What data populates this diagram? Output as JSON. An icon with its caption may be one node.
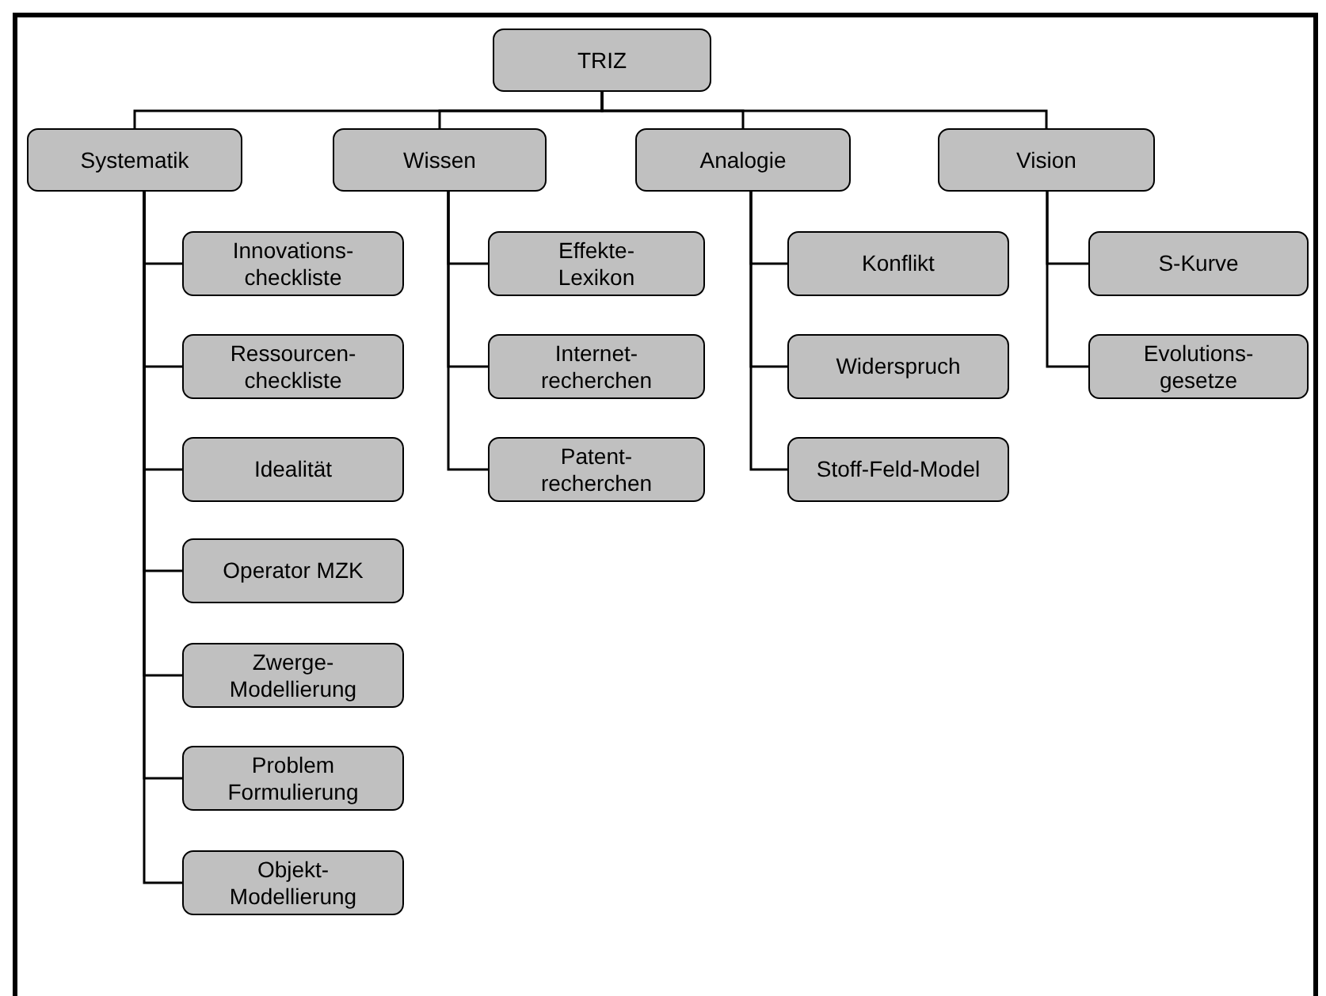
{
  "diagram": {
    "nodes": [
      {
        "text": [
          "TRIZ"
        ]
      },
      {
        "text": [
          "Systematik"
        ]
      },
      {
        "text": [
          "Wissen"
        ]
      },
      {
        "text": [
          "Analogie"
        ]
      },
      {
        "text": [
          "Vision"
        ]
      },
      {
        "text": [
          "Innovations- checkliste"
        ]
      },
      {
        "text": [
          "Ressourcen- checkliste"
        ]
      },
      {
        "text": [
          "Idealität"
        ]
      },
      {
        "text": [
          "Operator MZK"
        ]
      },
      {
        "text": [
          "Zwerge- Modellierung"
        ]
      },
      {
        "text": [
          "Problem Formulierung"
        ]
      },
      {
        "text": [
          "Objekt- Modellierung"
        ]
      },
      {
        "text": [
          "Effekte- Lexikon"
        ]
      },
      {
        "text": [
          "Internet- recherchen"
        ]
      },
      {
        "text": [
          "Patent- recherchen"
        ]
      },
      {
        "text": [
          "Konflikt"
        ]
      },
      {
        "text": [
          "Widerspruch"
        ]
      },
      {
        "text": [
          "Stoff-Feld-Model"
        ]
      },
      {
        "text": [
          "S-Kurve"
        ]
      },
      {
        "text": [
          "Evolutions- gesetze"
        ]
      }
    ],
    "edges": [
      {
        "from": 0,
        "to": 1,
        "arrow": "none"
      },
      {
        "from": 0,
        "to": 2,
        "arrow": "none"
      },
      {
        "from": 0,
        "to": 3,
        "arrow": "none"
      },
      {
        "from": 0,
        "to": 4,
        "arrow": "none"
      },
      {
        "from": 1,
        "to": 5,
        "arrow": "none"
      },
      {
        "from": 1,
        "to": 6,
        "arrow": "none"
      },
      {
        "from": 1,
        "to": 7,
        "arrow": "none"
      },
      {
        "from": 1,
        "to": 8,
        "arrow": "none"
      },
      {
        "from": 1,
        "to": 9,
        "arrow": "none"
      },
      {
        "from": 1,
        "to": 10,
        "arrow": "none"
      },
      {
        "from": 1,
        "to": 11,
        "arrow": "none"
      },
      {
        "from": 2,
        "to": 12,
        "arrow": "none"
      },
      {
        "from": 2,
        "to": 13,
        "arrow": "none"
      },
      {
        "from": 2,
        "to": 14,
        "arrow": "none"
      },
      {
        "from": 3,
        "to": 15,
        "arrow": "none"
      },
      {
        "from": 3,
        "to": 16,
        "arrow": "none"
      },
      {
        "from": 3,
        "to": 17,
        "arrow": "none"
      },
      {
        "from": 4,
        "to": 18,
        "arrow": "none"
      },
      {
        "from": 4,
        "to": 19,
        "arrow": "none"
      }
    ]
  }
}
